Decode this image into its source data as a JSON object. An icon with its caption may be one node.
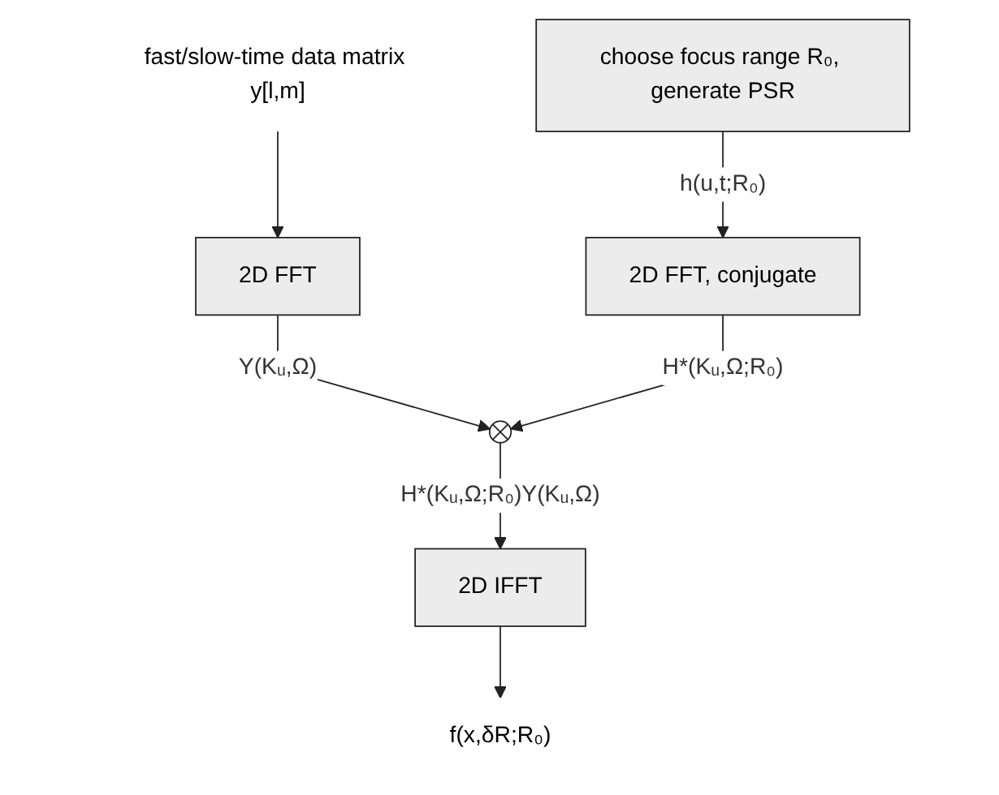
{
  "diagram": {
    "nodes": [
      {
        "text": [
          "fast/slow-time data matrix y[l,m]"
        ]
      },
      {
        "text": [
          "choose focus range R₀, generate PSR"
        ]
      },
      {
        "text": [
          "2D FFT"
        ]
      },
      {
        "text": [
          "2D FFT, conjugate"
        ]
      },
      {
        "text": [],
        "shape": "circle"
      },
      {
        "text": [
          "2D IFFT"
        ]
      },
      {
        "text": [
          "f(x,δR;R₀)"
        ]
      }
    ],
    "edges": [
      {
        "from": 0,
        "to": 2,
        "arrow": "to"
      },
      {
        "from": 1,
        "to": 3,
        "arrow": "to",
        "label": "h(u,t;R₀)"
      },
      {
        "from": 2,
        "to": 4,
        "arrow": "to",
        "label": "Y(Kᵤ,Ω)"
      },
      {
        "from": 3,
        "to": 4,
        "arrow": "to",
        "label": "H*(Kᵤ,Ω;R₀)"
      },
      {
        "from": 4,
        "to": 5,
        "arrow": "to",
        "label": "H*(Kᵤ,Ω;R₀)Y(Kᵤ,Ω)"
      },
      {
        "from": 5,
        "to": 6,
        "arrow": "to"
      }
    ]
  }
}
